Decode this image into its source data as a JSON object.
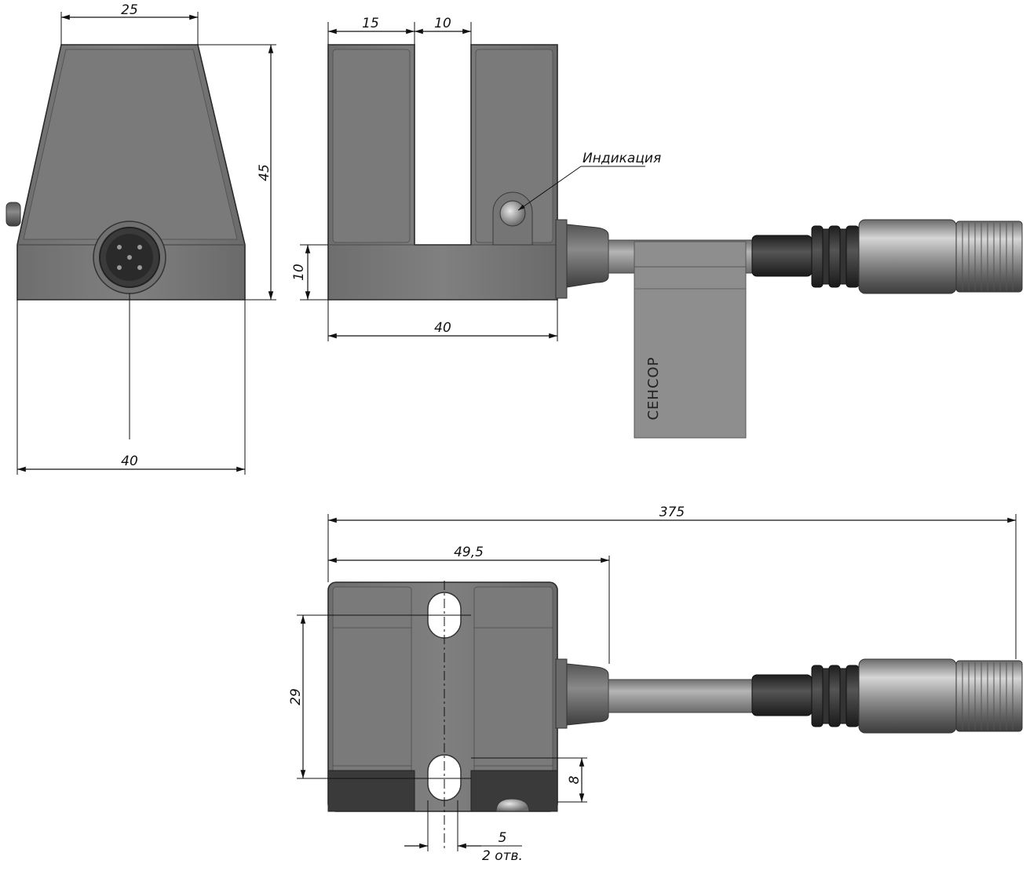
{
  "dimensions": {
    "front_top_width": "25",
    "front_height": "45",
    "front_width": "40",
    "side_slot_left": "15",
    "side_slot_gap": "10",
    "side_base_height": "10",
    "side_width": "40",
    "total_length": "375",
    "housing_length": "49,5",
    "hole_spacing": "29",
    "hole_edge": "8",
    "hole_width": "5",
    "holes_count": "2 отв."
  },
  "labels": {
    "indication": "Индикация",
    "brand": "СЕНСОР"
  },
  "colors": {
    "body": "#7d7d7d",
    "body_dark": "#5a5a5a",
    "cable": "#9a9a9a",
    "connector_dark": "#2f2f2f"
  }
}
